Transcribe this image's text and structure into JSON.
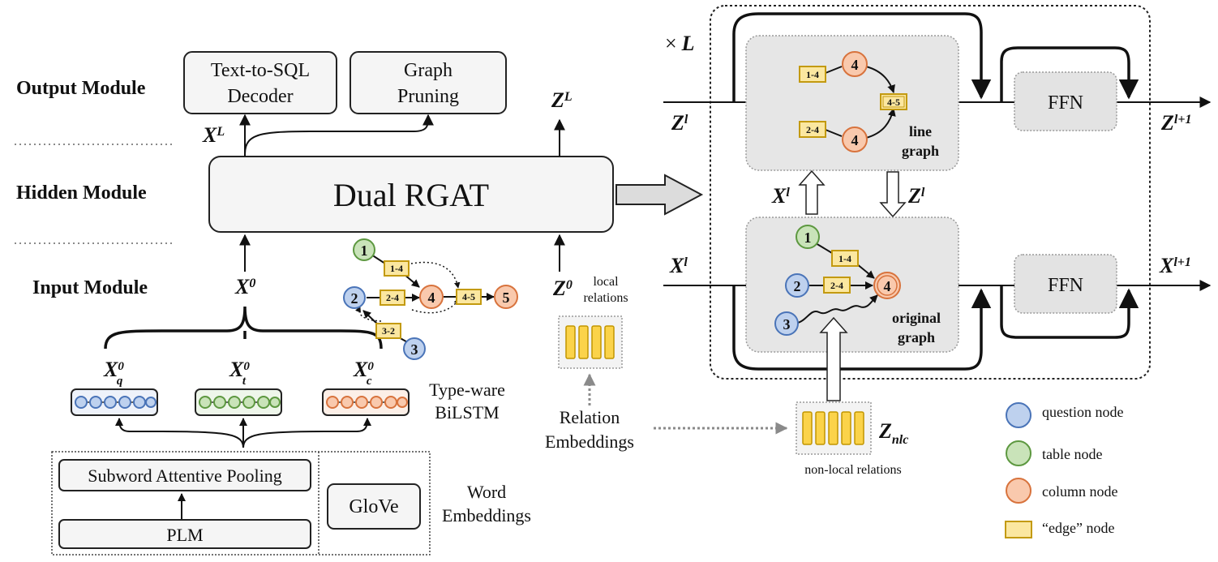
{
  "modules": {
    "output": "Output Module",
    "hidden": "Hidden Module",
    "input": "Input Module"
  },
  "output_boxes": {
    "decoder_line1": "Text-to-SQL",
    "decoder_line2": "Decoder",
    "pruning_line1": "Graph",
    "pruning_line2": "Pruning"
  },
  "rgat": {
    "label": "Dual RGAT"
  },
  "symbols": {
    "XL_base": "X",
    "XL_sup": "L",
    "ZL_base": "Z",
    "ZL_sup": "L",
    "X0_base": "X",
    "X0_sup": "0",
    "Z0_base": "Z",
    "Z0_sup": "0",
    "Xq_base": "X",
    "Xq_sup": "0",
    "Xq_sub": "q",
    "Xt_base": "X",
    "Xt_sup": "0",
    "Xt_sub": "t",
    "Xc_base": "X",
    "Xc_sup": "0",
    "Xc_sub": "c",
    "times": "×",
    "L": "L",
    "Zl_base": "Z",
    "Zl_sup": "l",
    "Zl1_base": "Z",
    "Zl1_sup": "l+1",
    "Xl_base": "X",
    "Xl_sup": "l",
    "Xl1_base": "X",
    "Xl1_sup": "l+1",
    "Znlc_base": "Z",
    "Znlc_sub": "nlc"
  },
  "labels": {
    "bilstm_line1": "Type-ware",
    "bilstm_line2": "BiLSTM",
    "word_emb_line1": "Word",
    "word_emb_line2": "Embeddings",
    "subword": "Subword Attentive Pooling",
    "plm": "PLM",
    "glove": "GloVe",
    "local_line1": "local",
    "local_line2": "relations",
    "rel_emb_line1": "Relation",
    "rel_emb_line2": "Embeddings",
    "non_local": "non-local relations",
    "ffn_top": "FFN",
    "ffn_bottom": "FFN",
    "line_graph_line1": "line",
    "line_graph_line2": "graph",
    "original_graph_line1": "original",
    "original_graph_line2": "graph"
  },
  "graph_nodes": {
    "n1": "1",
    "n2": "2",
    "n3": "3",
    "n4": "4",
    "n5": "5",
    "e14": "1-4",
    "e24": "2-4",
    "e32": "3-2",
    "e45": "4-5"
  },
  "line_graph_nodes": {
    "e14": "1-4",
    "e24": "2-4",
    "e45": "4-5",
    "c4a": "4",
    "c4b": "4"
  },
  "original_graph_nodes": {
    "n1": "1",
    "n2": "2",
    "n3": "3",
    "n4": "4",
    "e14": "1-4",
    "e24": "2-4"
  },
  "legend": {
    "question": "question node",
    "table": "table node",
    "column": "column node",
    "edge": "“edge” node"
  },
  "colors": {
    "question": "#bed1ee",
    "table": "#c9e3b9",
    "column": "#f9c9ad",
    "edge": "#fbe7a0",
    "embedding": "#fbd34a"
  }
}
